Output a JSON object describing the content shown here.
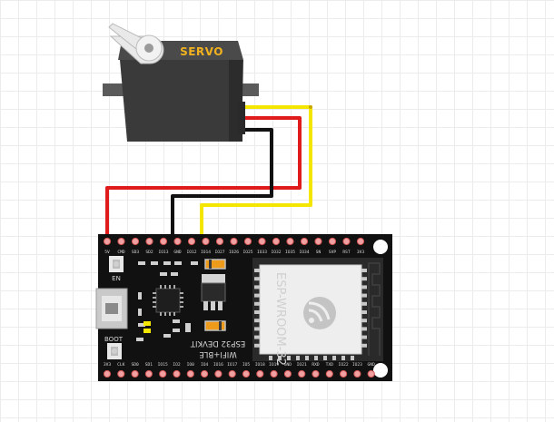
{
  "servo": {
    "label": "SERVO",
    "body_color": "#3a3a3a",
    "label_color": "#f2b21f"
  },
  "board": {
    "pcb_color": "#111111",
    "labels": {
      "en": "EN",
      "boot": "BOOT",
      "name_line1": "WIFI+BLE",
      "name_line2": "ESP32 DEVKIT",
      "module": "ESP-WROOM-32"
    },
    "top_pins": [
      "5V",
      "CMD",
      "SD3",
      "SD2",
      "IO13",
      "GND",
      "IO12",
      "IO14",
      "IO27",
      "IO26",
      "IO25",
      "IO33",
      "IO32",
      "IO35",
      "IO34",
      "SN",
      "SVP",
      "RST",
      "3V3"
    ],
    "bottom_pins": [
      "3V3",
      "CLK",
      "SD0",
      "SD1",
      "IO15",
      "IO2",
      "IO0",
      "IO4",
      "IO16",
      "IO17",
      "IO5",
      "IO18",
      "IO19",
      "GND",
      "IO21",
      "RXD",
      "TXD",
      "IO22",
      "IO23",
      "GND"
    ]
  },
  "wires": [
    {
      "name": "power",
      "color": "#e01b1b",
      "from": "SERVO",
      "to": "5V"
    },
    {
      "name": "ground",
      "color": "#111111",
      "from": "SERVO",
      "to": "GND"
    },
    {
      "name": "signal",
      "color": "#f4e600",
      "from": "SERVO",
      "to": "IO14"
    }
  ]
}
